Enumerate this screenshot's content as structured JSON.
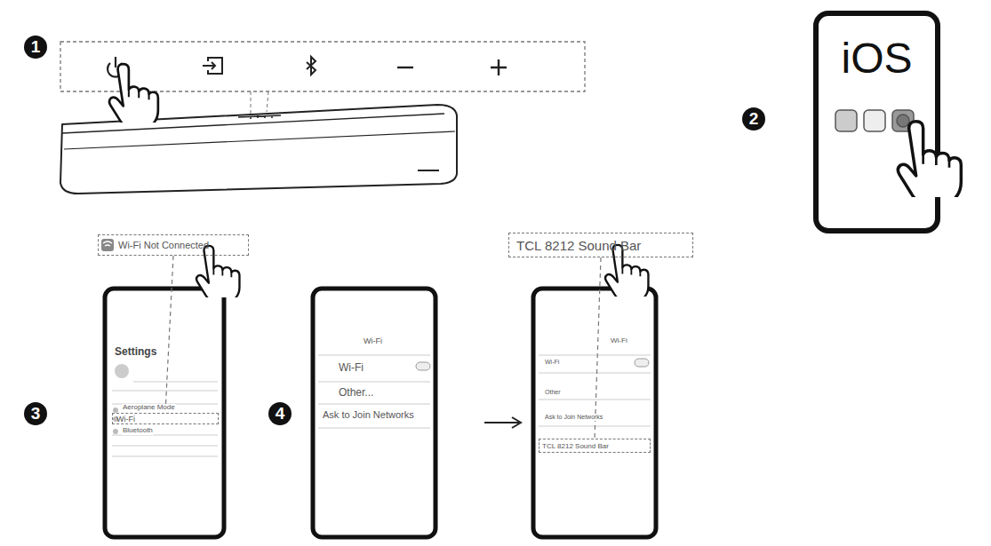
{
  "diagram": {
    "nodes": [
      {
        "text": [
          "Wi-Fi Not Connected"
        ]
      },
      {
        "text": [
          "TCL 8212 Sound Bar"
        ]
      },
      {
        "text": [
          "iOS"
        ]
      },
      {
        "text": [
          "Wi-Fi"
        ]
      },
      {
        "text": [
          "TCL 8212 Sound Bar"
        ]
      }
    ],
    "edges": [
      {
        "from": 0,
        "to": 3,
        "arrow": "none"
      },
      {
        "from": 1,
        "to": 4,
        "arrow": "none"
      }
    ],
    "labels": [
      "1",
      "2",
      "3",
      "4",
      "Settings",
      "Aeroplane Mode",
      "Bluetooth",
      "Wi-Fi",
      "Wi-Fi",
      "Other...",
      "Ask to Join Networks",
      "Wi-Fi",
      "Wi-Fi",
      "Other",
      "Ask to Join Networks"
    ]
  }
}
